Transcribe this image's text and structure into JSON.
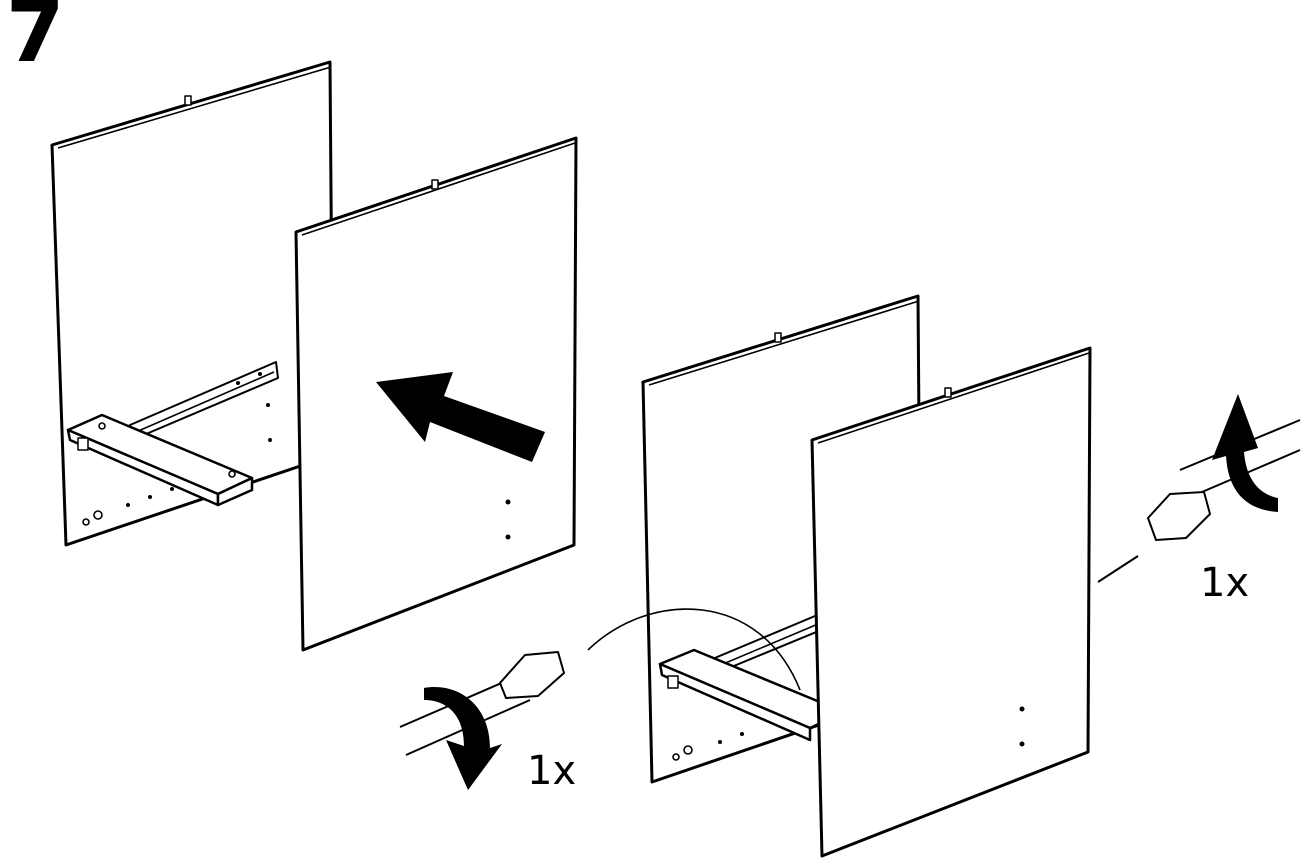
{
  "step_number": "7",
  "quantity_left": "1x",
  "quantity_right": "1x"
}
